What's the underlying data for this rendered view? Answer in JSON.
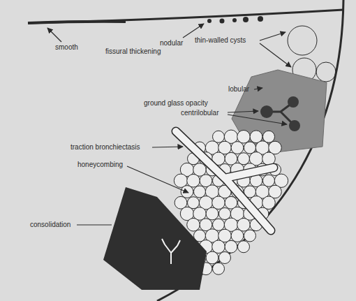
{
  "diagram": {
    "labels": [
      "smooth",
      "nodular",
      "fissural thickening",
      "thin-walled cysts",
      "lobular",
      "ground glass opacity",
      "centrilobular",
      "traction bronchiectasis",
      "honeycombing",
      "consolidation"
    ]
  }
}
